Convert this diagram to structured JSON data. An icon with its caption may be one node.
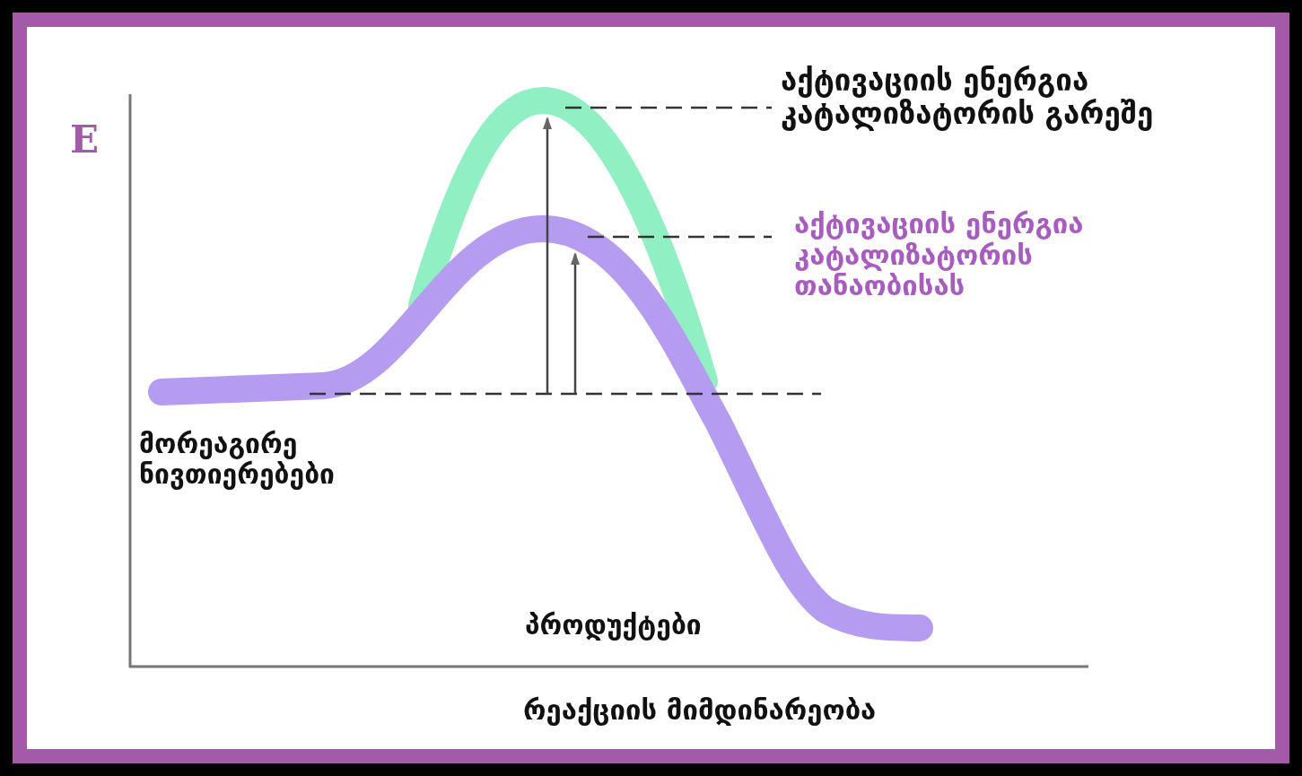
{
  "diagram": {
    "labels": [
      "E",
      "აქტივაციის ენერგია კატალიზატორის გარეშე",
      "აქტივაციის ენერგია კატალიზატორის თანაობისას",
      "მორეაგირე ნივთიერებები",
      "პროდუქტები",
      "რეაქციის მიმდინარეობა"
    ]
  }
}
